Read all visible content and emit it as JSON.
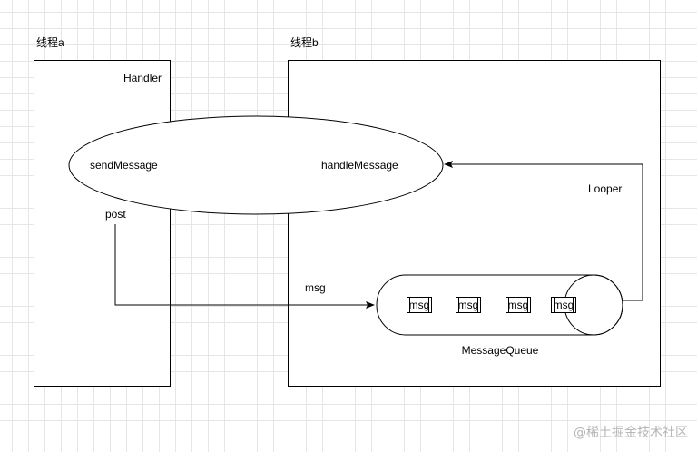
{
  "thread_a": {
    "title": "线程a",
    "handler_label": "Handler",
    "send_label": "sendMessage",
    "post_label": "post"
  },
  "thread_b": {
    "title": "线程b",
    "handle_label": "handleMessage",
    "looper_label": "Looper",
    "msg_label": "msg"
  },
  "queue": {
    "label": "MessageQueue",
    "items": [
      "msg",
      "msg",
      "msg",
      "msg"
    ]
  },
  "watermark": "@稀土掘金技术社区"
}
